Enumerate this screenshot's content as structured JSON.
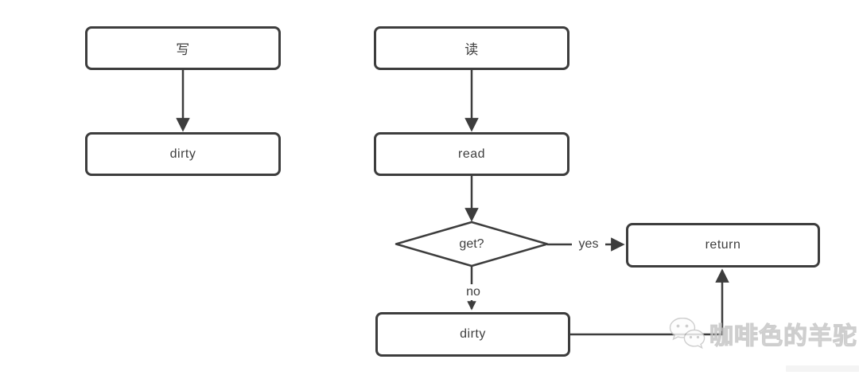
{
  "diagram": {
    "write_flow": {
      "start": "写",
      "result": "dirty"
    },
    "read_flow": {
      "start": "读",
      "step": "read",
      "decision": "get?",
      "yes_label": "yes",
      "no_label": "no",
      "miss_result": "dirty",
      "hit_result": "return"
    }
  },
  "watermark": {
    "icon": "wechat-icon",
    "text": "咖啡色的羊驼"
  },
  "colors": {
    "stroke": "#3d3d3d",
    "node_fill": "#ffffff",
    "node_text": "#3e3e3e",
    "background": "#ffffff",
    "watermark_outline": "#c4c4c4"
  }
}
